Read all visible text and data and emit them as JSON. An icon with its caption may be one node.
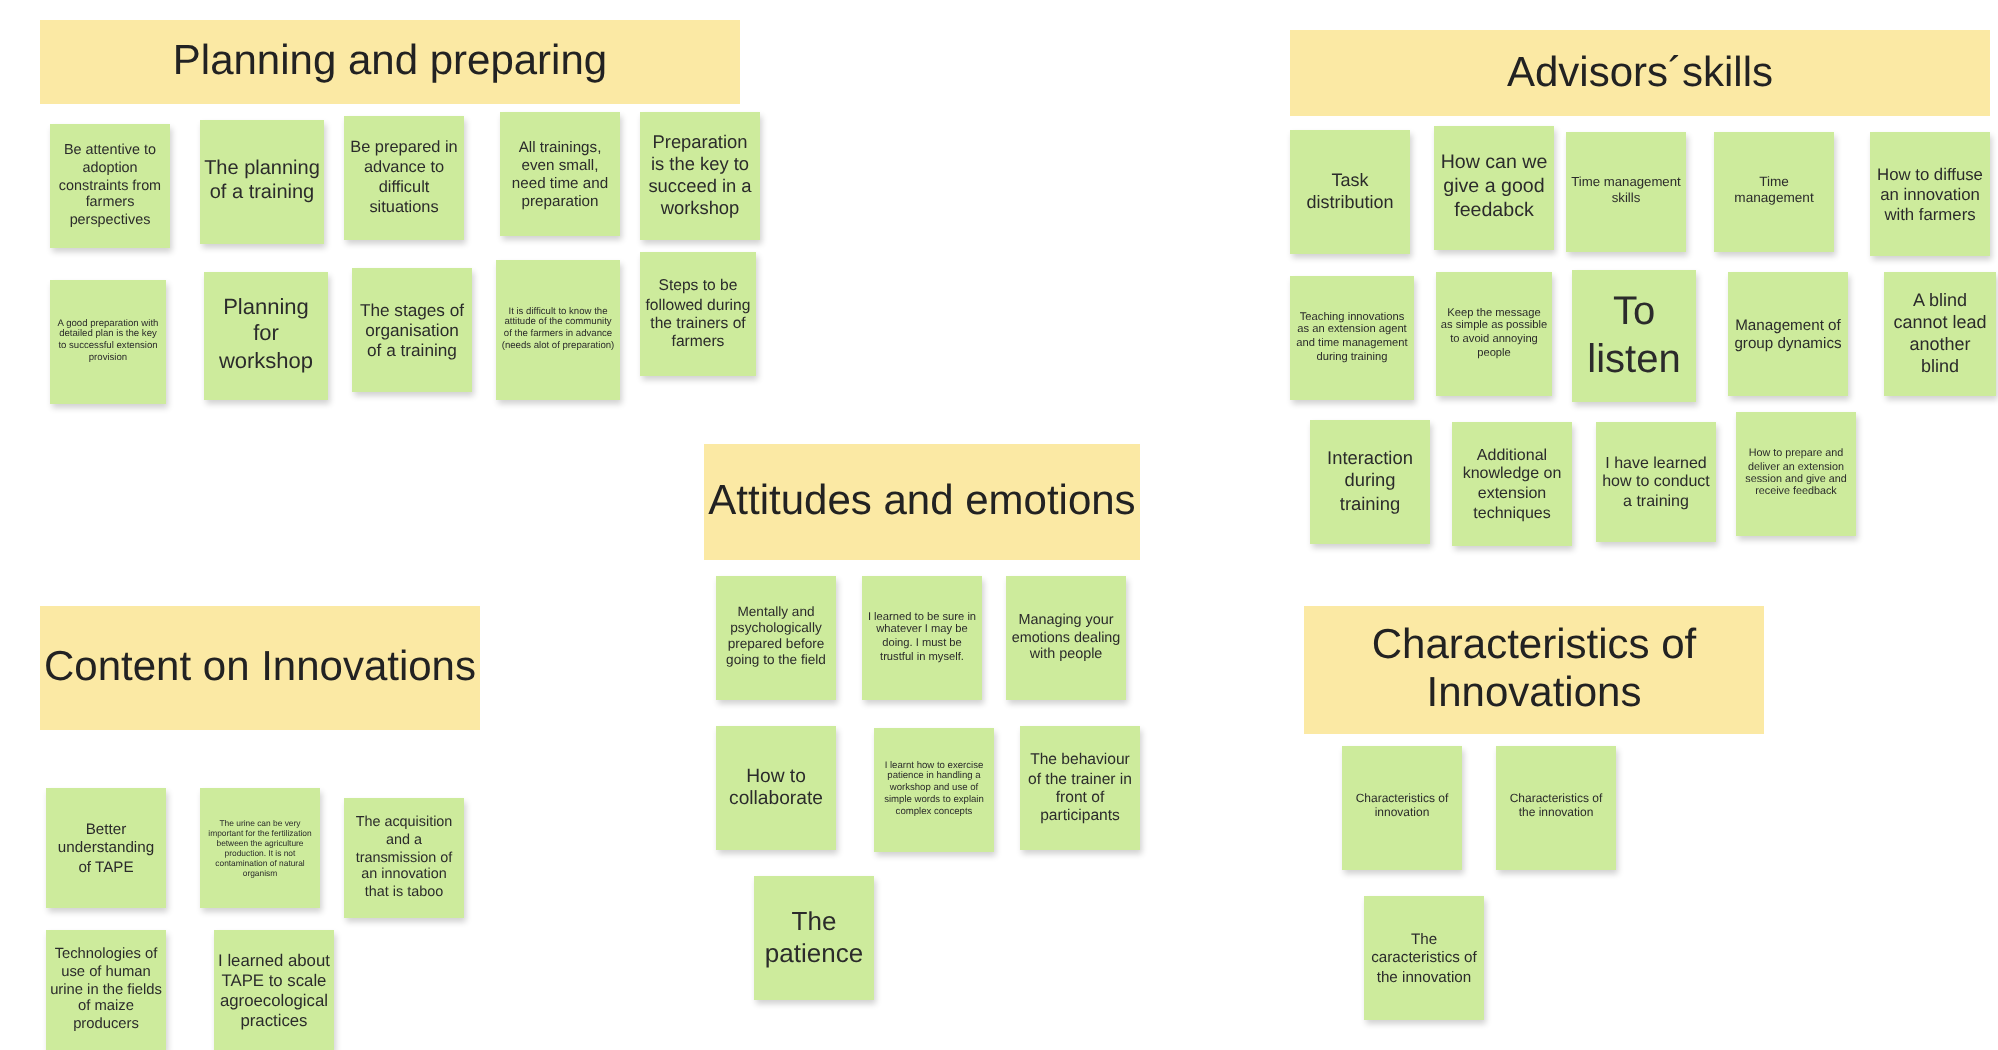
{
  "diagram": {
    "nodes": [
      {
        "text": [
          "Planning and preparing"
        ]
      },
      {
        "text": [
          "Be attentive to adoption constraints from farmers perspectives"
        ]
      },
      {
        "text": [
          "The planning of a training"
        ]
      },
      {
        "text": [
          "Be prepared in advance to difficult situations"
        ]
      },
      {
        "text": [
          "All trainings, even small, need time and preparation"
        ]
      },
      {
        "text": [
          "Preparation is the key to succeed in a workshop"
        ]
      },
      {
        "text": [
          "A good preparation with detailed plan is the key to successful extension provision"
        ]
      },
      {
        "text": [
          "Planning for workshop"
        ]
      },
      {
        "text": [
          "The stages of organisation of a training"
        ]
      },
      {
        "text": [
          "It is difficult to know the attitude of the community of the farmers in advance (needs alot of preparation)"
        ]
      },
      {
        "text": [
          "Steps to be followed during the trainers of farmers"
        ]
      },
      {
        "text": [
          "Advisors´skills"
        ]
      },
      {
        "text": [
          "Task distribution"
        ]
      },
      {
        "text": [
          "How can we give a good feedabck"
        ]
      },
      {
        "text": [
          "Time management skills"
        ]
      },
      {
        "text": [
          "Time management"
        ]
      },
      {
        "text": [
          "How to diffuse an innovation with farmers"
        ]
      },
      {
        "text": [
          "Teaching innovations as an extension agent and time management during training"
        ]
      },
      {
        "text": [
          "Keep the message as simple as possible to avoid annoying people"
        ]
      },
      {
        "text": [
          "To listen"
        ]
      },
      {
        "text": [
          "Management of group dynamics"
        ]
      },
      {
        "text": [
          "A blind cannot lead another blind"
        ]
      },
      {
        "text": [
          "Interaction during training"
        ]
      },
      {
        "text": [
          "Additional knowledge on extension techniques"
        ]
      },
      {
        "text": [
          "I have learned how to conduct a training"
        ]
      },
      {
        "text": [
          "How to prepare and deliver an extension session and give and receive feedback"
        ]
      },
      {
        "text": [
          "Attitudes and emotions"
        ]
      },
      {
        "text": [
          "Mentally and psychologically prepared before going to the field"
        ]
      },
      {
        "text": [
          "I learned to be sure in whatever I may be doing. I must be trustful in myself."
        ]
      },
      {
        "text": [
          "Managing your emotions dealing with people"
        ]
      },
      {
        "text": [
          "How to collaborate"
        ]
      },
      {
        "text": [
          "I learnt how to exercise patience in handling a workshop and use of simple words to explain complex concepts"
        ]
      },
      {
        "text": [
          "The behaviour of the trainer in front of participants"
        ]
      },
      {
        "text": [
          "The patience"
        ]
      },
      {
        "text": [
          "Content on Innovations"
        ]
      },
      {
        "text": [
          "Better understanding of TAPE"
        ]
      },
      {
        "text": [
          "The urine can be very important for the fertilization between the agriculture production. It is not contamination of natural organism"
        ]
      },
      {
        "text": [
          "The acquisition and a transmission of an innovation that is taboo"
        ]
      },
      {
        "text": [
          "Technologies of use of human urine in the fields of maize producers"
        ]
      },
      {
        "text": [
          "I learned about TAPE to scale agroecological practices"
        ]
      },
      {
        "text": [
          "Characteristics of Innovations"
        ]
      },
      {
        "text": [
          "Characteristics of innovation"
        ]
      },
      {
        "text": [
          "Characteristics of the innovation"
        ]
      },
      {
        "text": [
          "The caracteristics of the innovation"
        ]
      }
    ]
  }
}
